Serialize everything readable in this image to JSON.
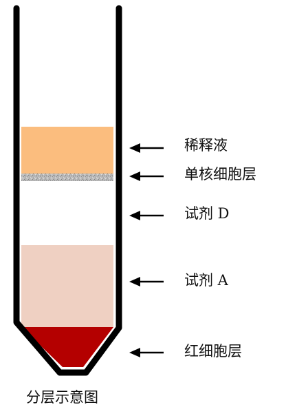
{
  "layers": [
    {
      "id": "diluent",
      "label": "稀释液",
      "color": "#fbbd7e"
    },
    {
      "id": "pbmc",
      "label": "单核细胞层",
      "color": "#b5b5b5"
    },
    {
      "id": "reagent_d",
      "label": "试剂 D",
      "color": "#ffffff"
    },
    {
      "id": "reagent_a",
      "label": "试剂 A",
      "color": "#efd0c2"
    },
    {
      "id": "rbc",
      "label": "红细胞层",
      "color": "#b40000"
    }
  ],
  "caption": "分层示意图",
  "tube_color": "#000000",
  "arrow_color": "#000000"
}
